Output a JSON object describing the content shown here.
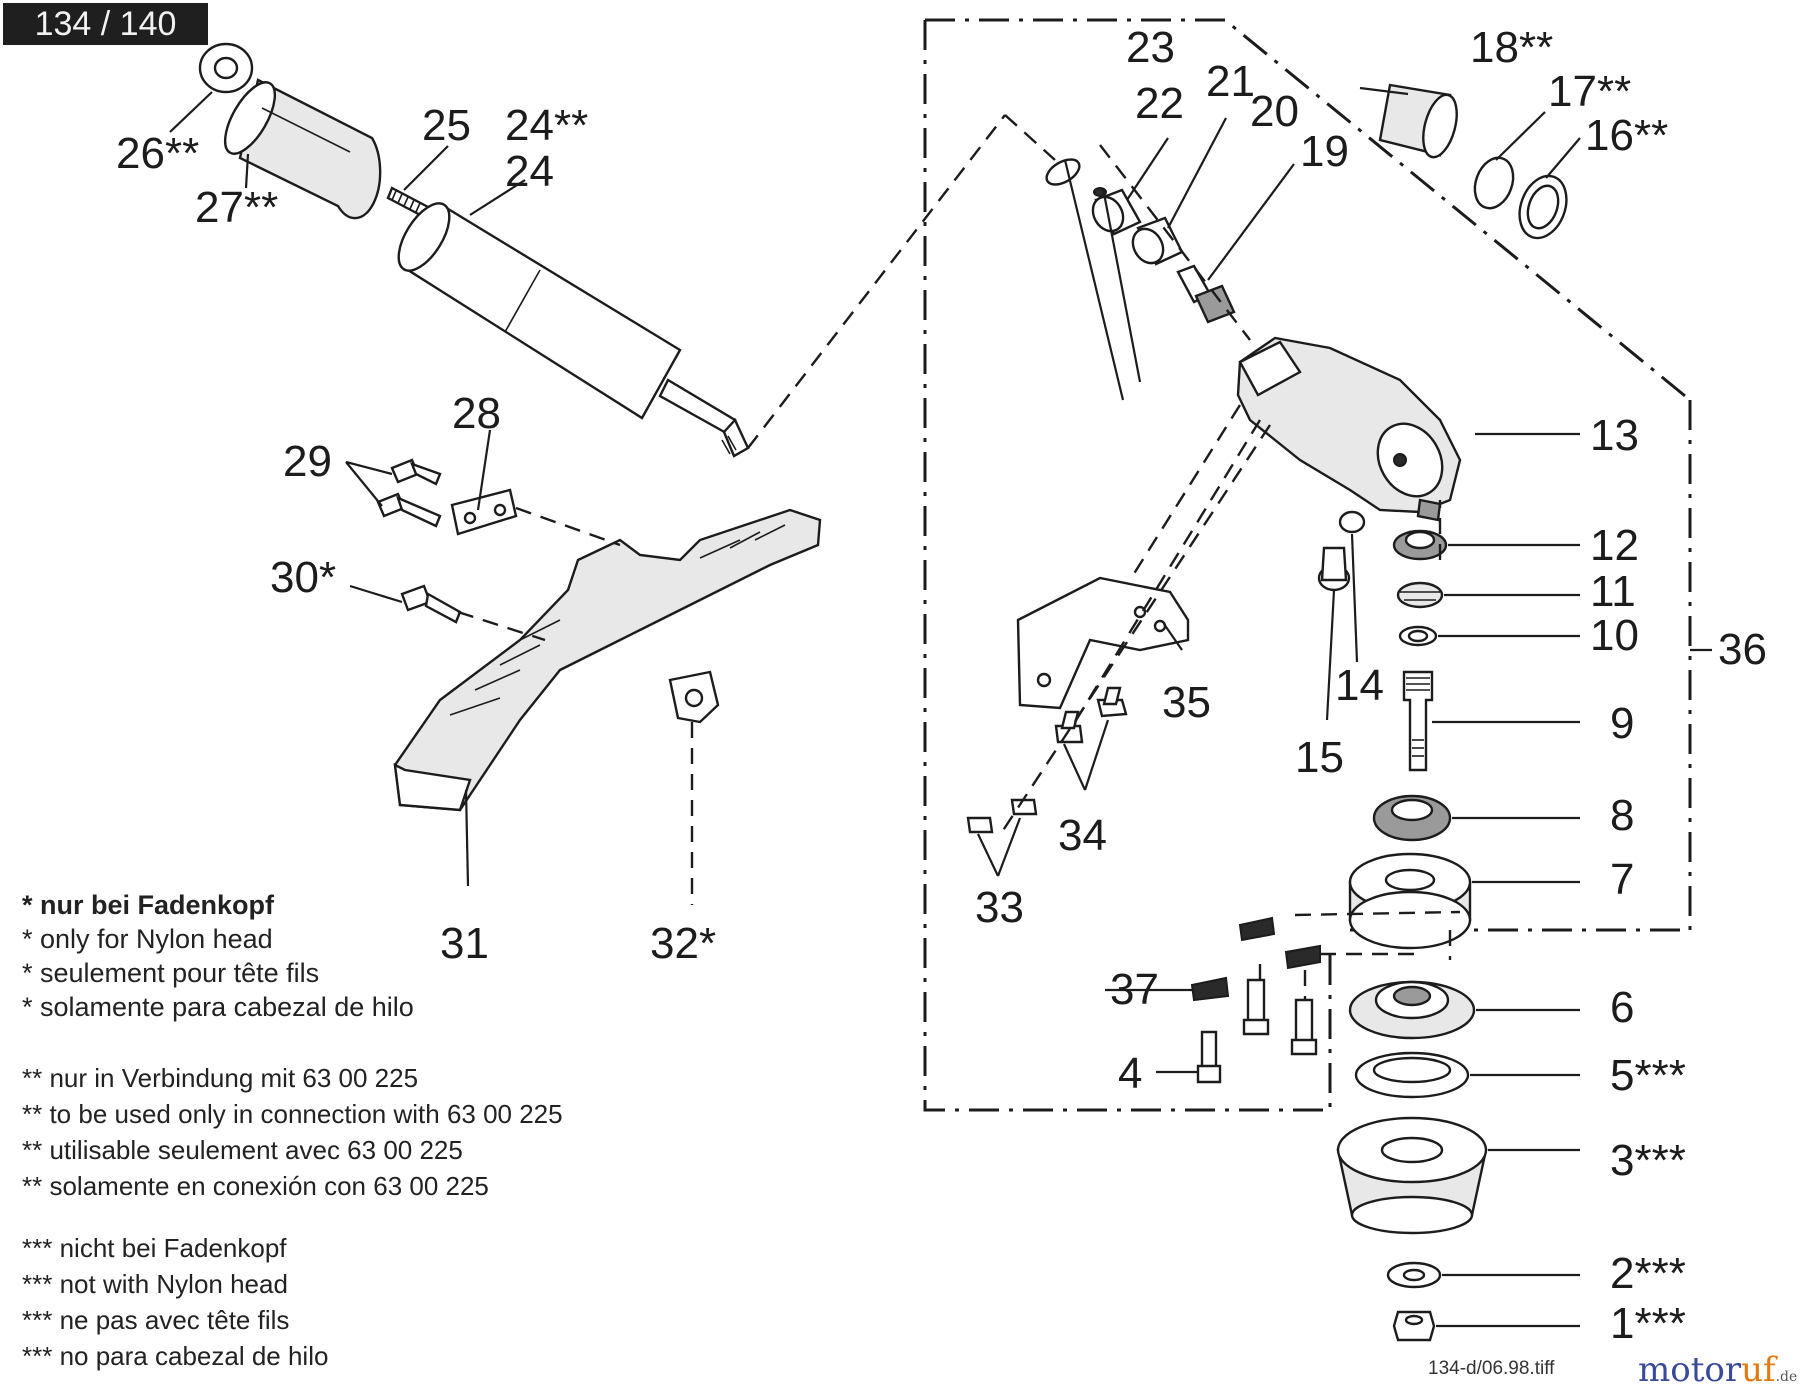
{
  "page_counter": "134 / 140",
  "part_labels": {
    "p1": "1***",
    "p2": "2***",
    "p3": "3***",
    "p4": "4",
    "p5": "5***",
    "p6": "6",
    "p7": "7",
    "p8": "8",
    "p9": "9",
    "p10": "10",
    "p11": "11",
    "p12": "12",
    "p13": "13",
    "p14": "14",
    "p15": "15",
    "p16": "16**",
    "p17": "17**",
    "p18": "18**",
    "p19": "19",
    "p20": "20",
    "p21": "21",
    "p22": "22",
    "p23": "23",
    "p24": "24",
    "p24b": "24**",
    "p25": "25",
    "p26": "26**",
    "p27": "27**",
    "p28": "28",
    "p29": "29",
    "p30": "30*",
    "p31": "31",
    "p32": "32*",
    "p33": "33",
    "p34": "34",
    "p35": "35",
    "p36": "36",
    "p37": "37"
  },
  "notes": {
    "single_star": [
      "* nur bei Fadenkopf",
      "* only for Nylon head",
      "* seulement pour tête fils",
      "* solamente para cabezal de hilo"
    ],
    "double_star": [
      "** nur in Verbindung mit 63 00 225",
      "** to be used only in connection with 63 00 225",
      "** utilisable seulement avec 63 00 225",
      "** solamente en conexión con 63 00 225"
    ],
    "triple_star": [
      "*** nicht bei Fadenkopf",
      "*** not with Nylon head",
      "*** ne pas avec tête fils",
      "*** no para cabezal de hilo"
    ]
  },
  "file_ref": "134-d/06.98.tiff",
  "brand": {
    "name_part1": "motor",
    "name_part2": "uf",
    "tld": ".de"
  },
  "colors": {
    "line": "#1c1c1c",
    "badge_bg": "#1f1f1f",
    "brand_blue": "#3a4a9a",
    "brand_orange": "#e07a10"
  }
}
